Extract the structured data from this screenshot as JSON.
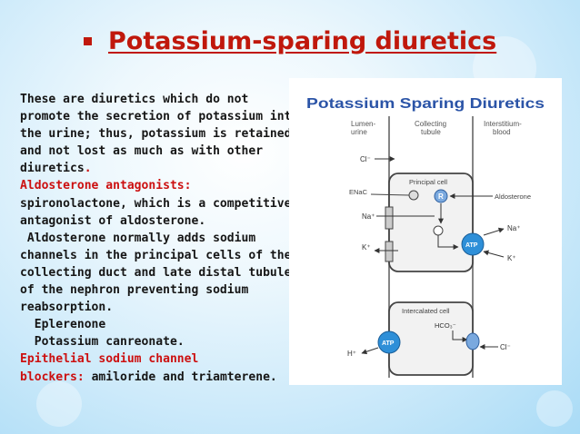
{
  "slide": {
    "title": "Potassium-sparing diuretics",
    "text": {
      "intro": "These are diuretics which do not promote the secretion of potassium into the urine; thus, potassium is retained and not lost as much as with other diuretics",
      "intro_period": ".",
      "aldo_heading": "Aldosterone antagonists:",
      "aldo_drug": "spironolactone, which is a competitive antagonist of aldosterone.",
      "aldo_mechanism": "Aldosterone normally adds sodium channels in the principal cells of the collecting duct and late distal tubule of the nephron preventing sodium reabsorption.",
      "drug_2": "Eplerenone",
      "drug_3": "Potassium canreonate.",
      "enac_heading_line1": "Epithelial sodium channel",
      "enac_heading_line2": "blockers:",
      "enac_drugs": "amiloride and triamterene."
    }
  },
  "figure": {
    "title": "Potassium Sparing Diuretics",
    "col_lumen": "Lumen-urine",
    "col_tubule": "Collecting tubule",
    "col_blood": "Interstitium-blood",
    "cl_top": "Cl⁻",
    "principal_cell": "Principal cell",
    "enac": "ENaC",
    "receptor": "R",
    "aldosterone": "Aldosterone",
    "na_in": "Na⁺",
    "na_out": "Na⁺",
    "k_in": "K⁺",
    "k_out": "K⁺",
    "atp_principal": "ATP",
    "intercalated_cell": "Intercalated cell",
    "hco3": "HCO₃⁻",
    "cl_bottom": "Cl⁻",
    "h_ion": "H⁺",
    "atp_intercalated": "ATP"
  },
  "colors": {
    "title_red": "#c0180c",
    "highlight_red": "#cc1010",
    "figure_title_blue": "#2b54a7",
    "atp_blue": "#2e8fd8"
  }
}
